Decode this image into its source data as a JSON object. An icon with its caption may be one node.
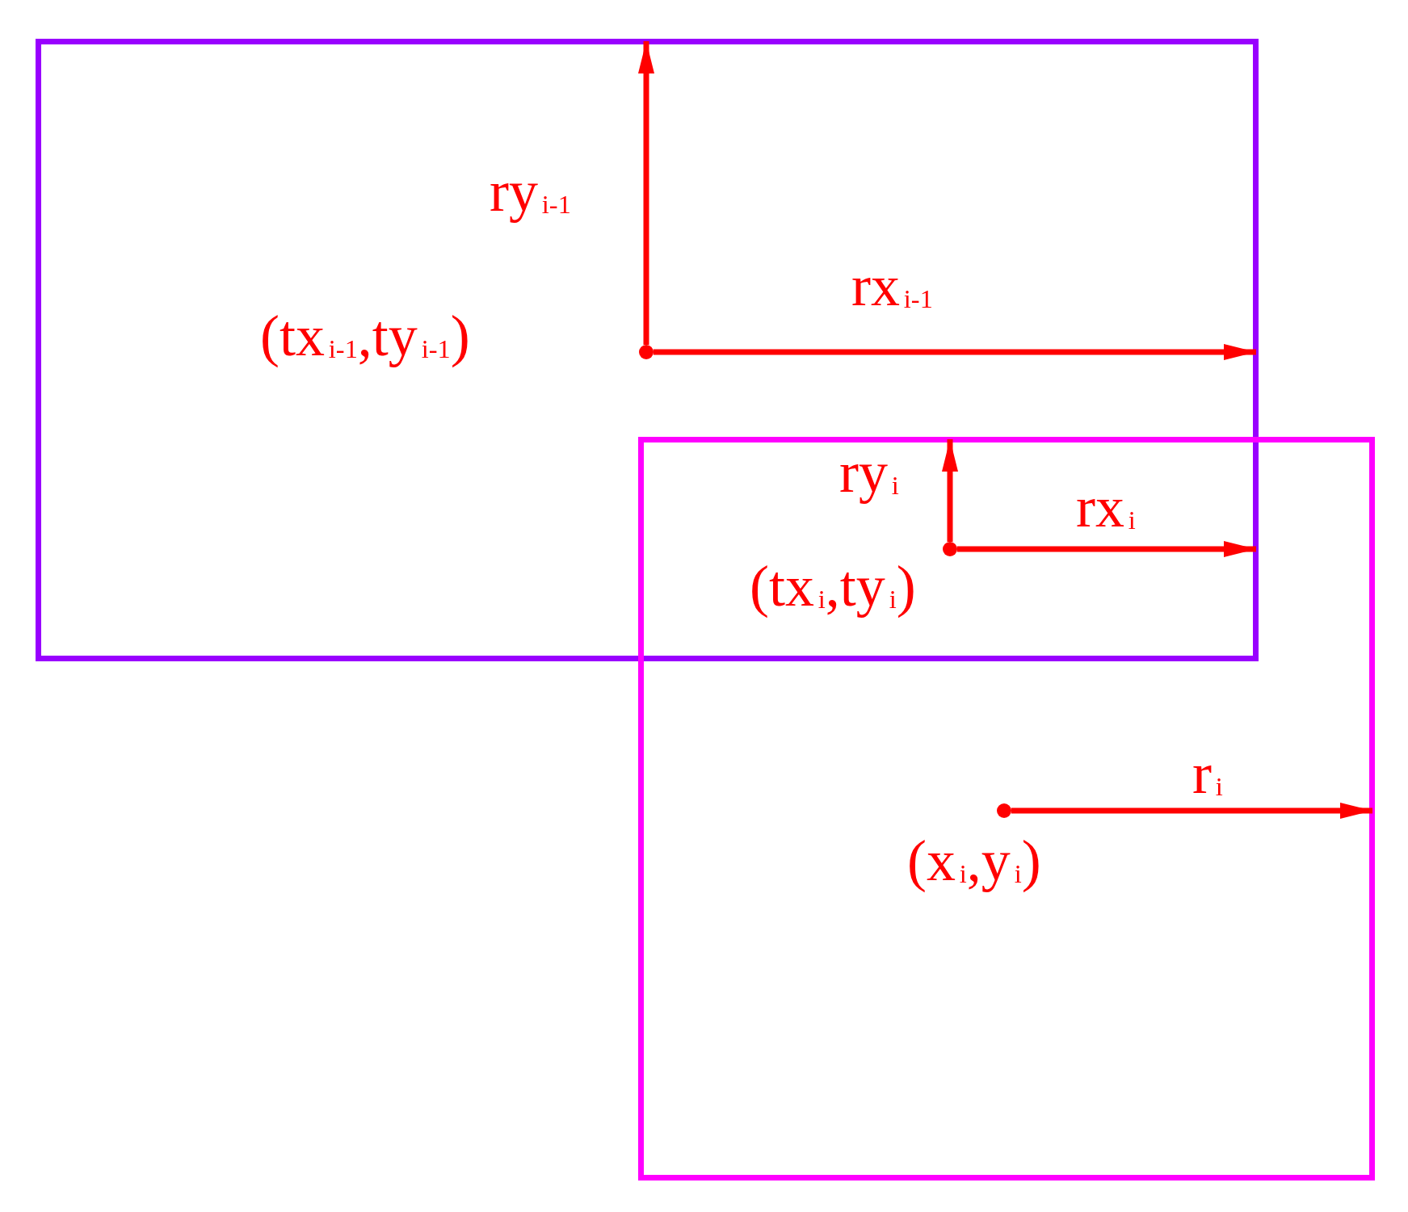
{
  "diagram": {
    "nodes": [
      {
        "text": [],
        "shape": "box"
      },
      {
        "text": [],
        "shape": "box"
      },
      {
        "text": [],
        "shape": "circle",
        "in": 0,
        "beside": [
          "(tx$_{i-1}$,ty$_{i-1}$)"
        ]
      },
      {
        "text": [],
        "shape": "circle",
        "beside": [
          "(tx$_{i}$,ty$_{i}$)"
        ]
      },
      {
        "text": [],
        "shape": "circle",
        "in": 1,
        "beside": [
          "(x$_{i}$,y$_{i}$)"
        ]
      }
    ],
    "edges": [
      {
        "from": 2,
        "to": 0,
        "arrow": "to",
        "label": "ry$_{i-1}$"
      },
      {
        "from": 2,
        "to": 0,
        "arrow": "to",
        "label": "rx$_{i-1}$"
      },
      {
        "from": 3,
        "to": 1,
        "arrow": "to",
        "label": "ry$_{i}$"
      },
      {
        "from": 3,
        "to": 0,
        "arrow": "to",
        "label": "rx$_{i}$"
      },
      {
        "from": 4,
        "to": 1,
        "arrow": "to",
        "label": "r$_{i}$"
      }
    ]
  }
}
